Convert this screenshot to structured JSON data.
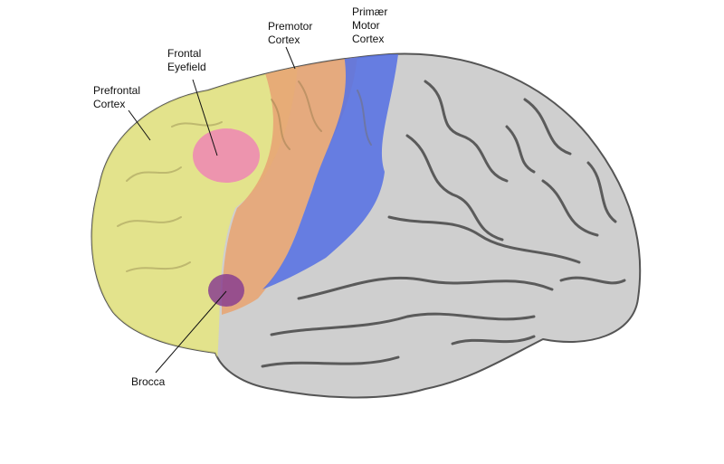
{
  "diagram": {
    "labels": {
      "prefrontal": [
        "Prefrontal",
        "Cortex"
      ],
      "frontal_eyefield": [
        "Frontal",
        "Eyefield"
      ],
      "premotor": [
        "Premotor",
        "Cortex"
      ],
      "primary_motor": [
        "Primær",
        "Motor",
        "Cortex"
      ],
      "brocca": [
        "Brocca"
      ]
    },
    "colors": {
      "prefrontal": "#e6e680",
      "frontal_eyefield": "#ef86b4",
      "premotor": "#e7a574",
      "primary_motor": "#5a73e2",
      "brocca": "#8a3f8f",
      "brain": "#cfcfcf",
      "sulcus": "#2a2a2a"
    }
  }
}
